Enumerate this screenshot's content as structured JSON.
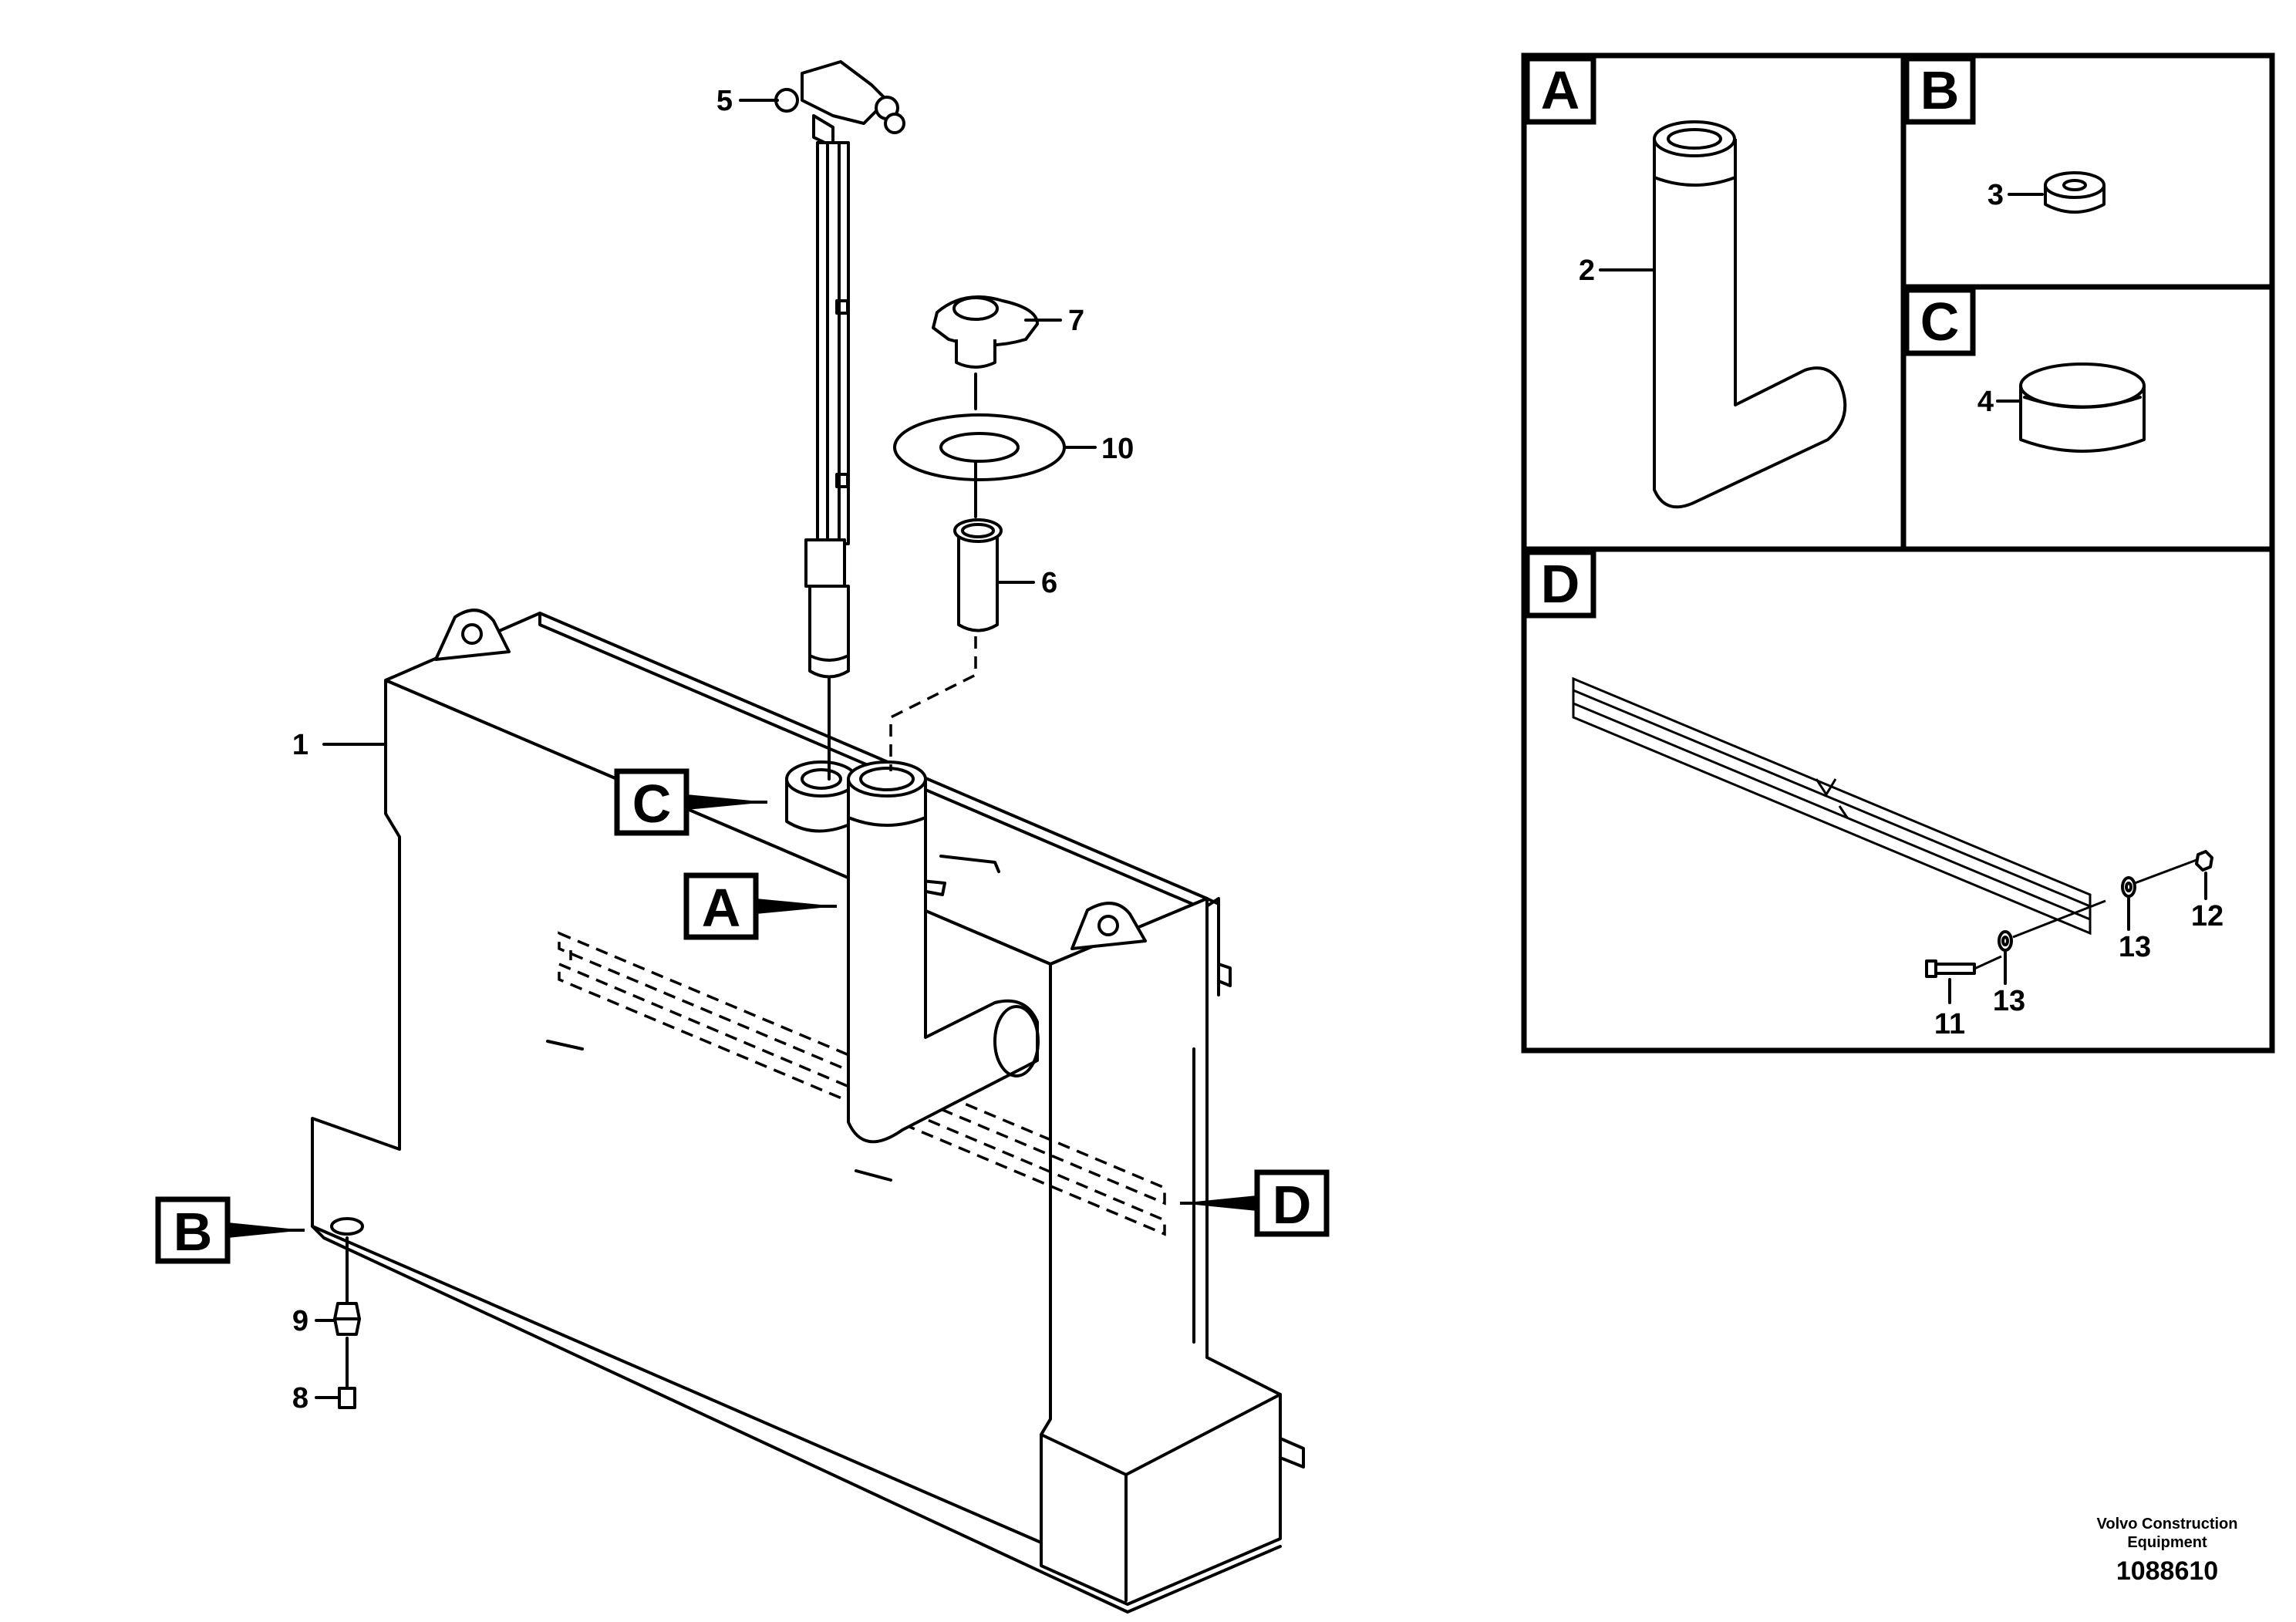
{
  "part_labels": {
    "p1": "1",
    "p2": "2",
    "p3": "3",
    "p4": "4",
    "p5": "5",
    "p6": "6",
    "p7": "7",
    "p8": "8",
    "p9": "9",
    "p10": "10",
    "p11": "11",
    "p12": "12",
    "p13a": "13",
    "p13b": "13"
  },
  "callouts": {
    "A": "A",
    "B": "B",
    "C": "C",
    "D": "D"
  },
  "detail_panels": {
    "A": "A",
    "B": "B",
    "C": "C",
    "D": "D"
  },
  "footer": {
    "company_line1": "Volvo Construction",
    "company_line2": "Equipment",
    "doc_number": "1088610"
  }
}
